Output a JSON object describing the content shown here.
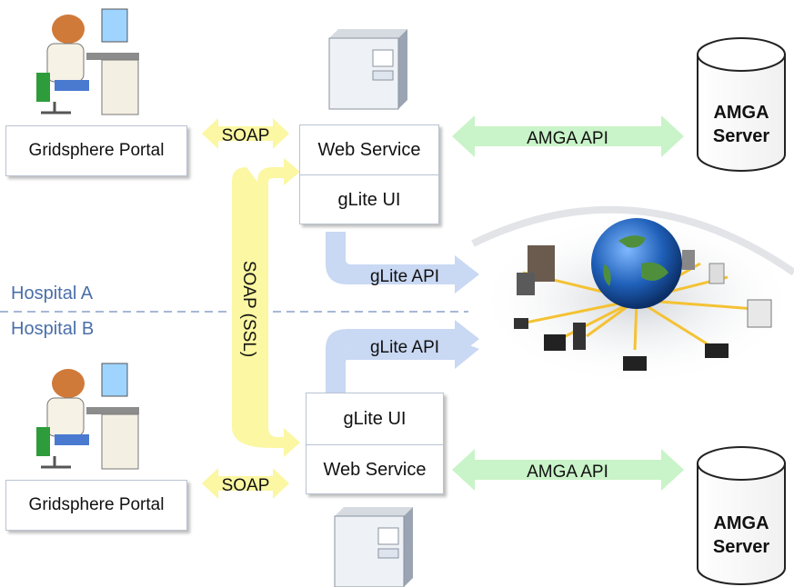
{
  "hospitals": {
    "a": "Hospital A",
    "b": "Hospital B"
  },
  "portal_label": "Gridsphere Portal",
  "labels": {
    "soap": "SOAP",
    "soap_ssl": "SOAP (SSL)",
    "amga_api": "AMGA API",
    "glite_api": "gLite API"
  },
  "stack": {
    "web_service": "Web Service",
    "glite_ui": "gLite UI"
  },
  "amga_server": {
    "line1": "AMGA",
    "line2": "Server"
  },
  "colors": {
    "soap_arrow": "#fbf7a3",
    "amga_arrow": "#c9f3c8",
    "glite_arrow": "#c9d8f3",
    "hospital_text": "#4a6fa8",
    "divider": "#8aa0c8"
  }
}
